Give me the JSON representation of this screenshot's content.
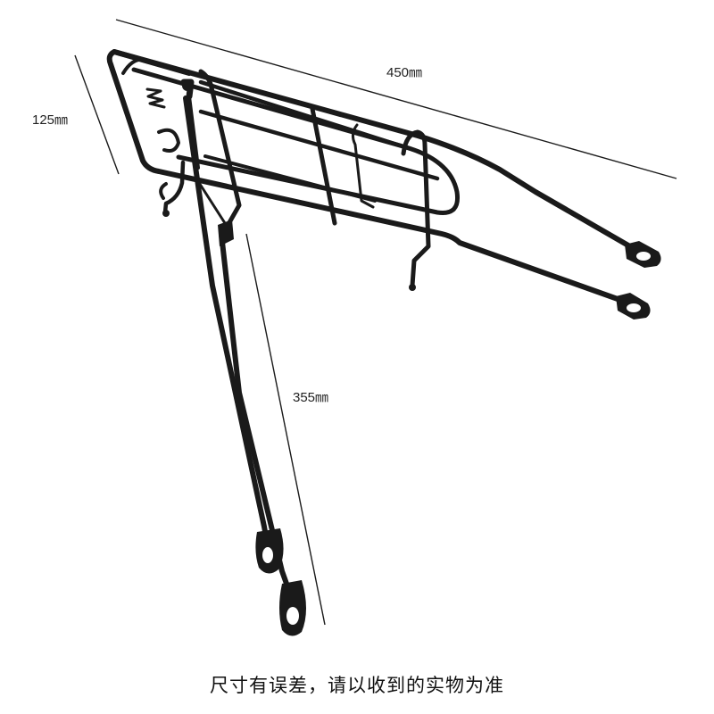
{
  "dimensions": {
    "length": "450㎜",
    "height": "125㎜",
    "strut": "355㎜"
  },
  "caption": "尺寸有误差，请以收到的实物为准",
  "colors": {
    "metal": "#1a1a1a",
    "background": "#ffffff"
  }
}
